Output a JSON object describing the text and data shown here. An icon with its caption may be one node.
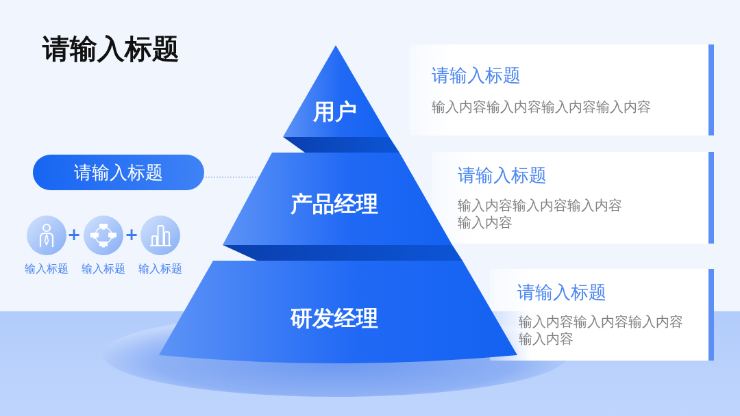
{
  "diagram": {
    "title": "请输入标题",
    "nodes": [
      {
        "text": [
          "用户"
        ]
      },
      {
        "text": [
          "产品经理"
        ]
      },
      {
        "text": [
          "研发经理"
        ]
      },
      {
        "text": [
          "请输入标题",
          "输入内容输入内容输入内容输入内容"
        ]
      },
      {
        "text": [
          "请输入标题",
          "输入内容输入内容输入内容输入内容"
        ]
      },
      {
        "text": [
          "请输入标题",
          "输入内容输入内容输入内容输入内容"
        ]
      },
      {
        "text": [
          "请输入标题"
        ]
      },
      {
        "text": [
          "输入标题"
        ]
      },
      {
        "text": [
          "输入标题"
        ]
      },
      {
        "text": [
          "输入标题"
        ]
      }
    ],
    "edges": [
      {
        "from": 6,
        "to": 1,
        "arrow": "none",
        "style": "dashed"
      }
    ],
    "labels": [
      "+",
      "+"
    ]
  }
}
